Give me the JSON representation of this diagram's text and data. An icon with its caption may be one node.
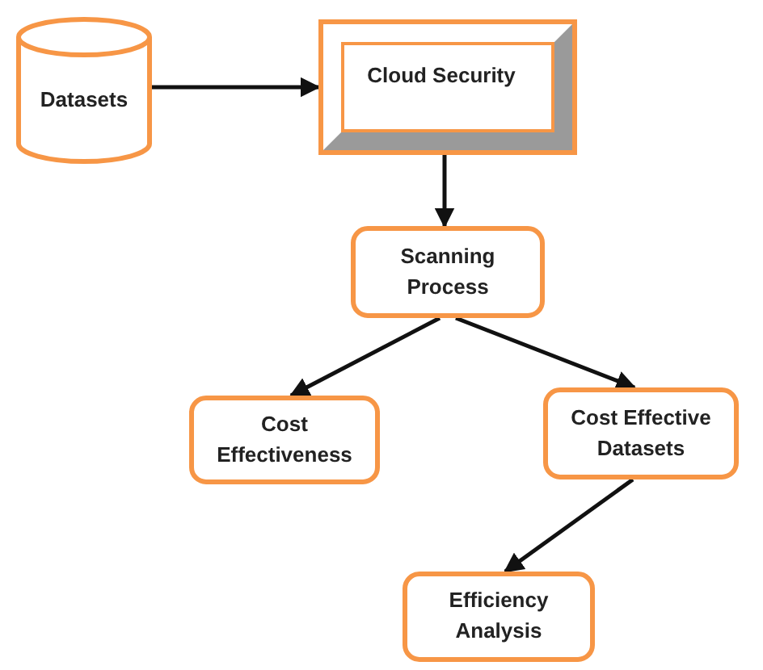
{
  "diagram": {
    "nodes": [
      {
        "text": [
          "Datasets"
        ]
      },
      {
        "text": [
          "Cloud Security"
        ]
      },
      {
        "text": [
          "Scanning Process"
        ]
      },
      {
        "text": [
          "Cost Effectiveness"
        ]
      },
      {
        "text": [
          "Cost Effective Datasets"
        ]
      },
      {
        "text": [
          "Efficiency Analysis"
        ]
      }
    ],
    "edges": [
      {
        "from": 0,
        "to": 1,
        "arrow": "to"
      },
      {
        "from": 1,
        "to": 2,
        "arrow": "to"
      },
      {
        "from": 2,
        "to": 3,
        "arrow": "to"
      },
      {
        "from": 2,
        "to": 4,
        "arrow": "to"
      },
      {
        "from": 4,
        "to": 5,
        "arrow": "to"
      }
    ]
  }
}
